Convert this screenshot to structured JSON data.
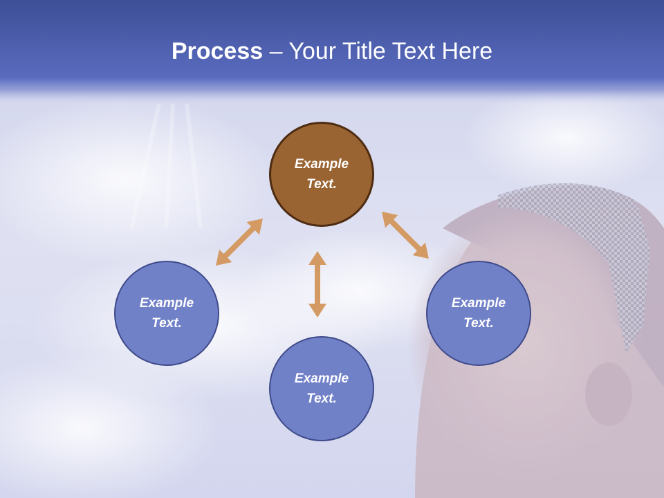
{
  "title": {
    "bold": "Process",
    "separator": " – ",
    "rest": "Your Title Text Here"
  },
  "nodes": {
    "top": {
      "line1": "Example",
      "line2": "Text."
    },
    "left": {
      "line1": "Example",
      "line2": "Text."
    },
    "bottom": {
      "line1": "Example",
      "line2": "Text."
    },
    "right": {
      "line1": "Example",
      "line2": "Text."
    }
  },
  "colors": {
    "title_band": "#5465b8",
    "node_blue": "#7181c8",
    "node_brown": "#9a6432",
    "arrow": "#d49a63"
  }
}
